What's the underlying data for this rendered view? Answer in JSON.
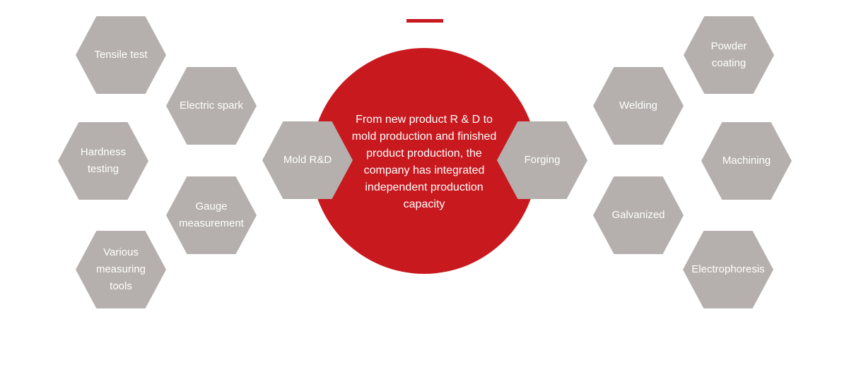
{
  "center_text": "From new product R & D to mold production and finished product production, the company has integrated independent production capacity",
  "hexagons": {
    "tensile_test": "Tensile test",
    "electric_spark": "Electric spark",
    "hardness_testing": "Hardness testing",
    "gauge_measurement": "Gauge measurement",
    "various_measuring_tools": "Various measuring tools",
    "mold_rd": "Mold R&D",
    "forging": "Forging",
    "welding": "Welding",
    "powder_coating": "Powder coating",
    "machining": "Machining",
    "galvanized": "Galvanized",
    "electrophoresis": "Electrophoresis"
  },
  "colors": {
    "accent": "#c8191e",
    "hexagon": "#b5b0ad"
  }
}
